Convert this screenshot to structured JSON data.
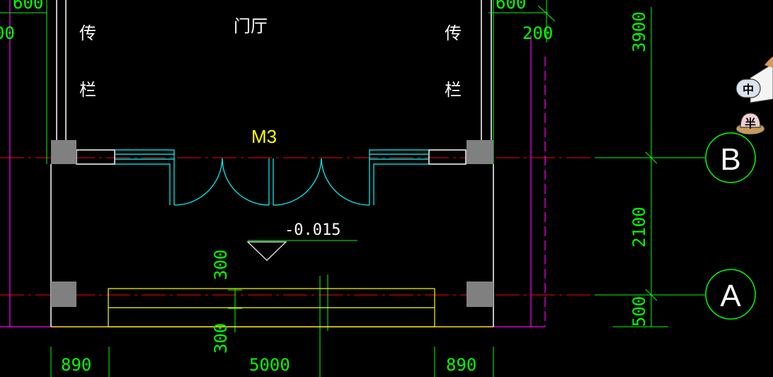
{
  "drawing": {
    "room_label": "门厅",
    "left_bay_label": [
      "传",
      "栏"
    ],
    "right_bay_label": [
      "传",
      "栏"
    ],
    "door_tag": "M3",
    "elevation": "-0.015",
    "grid_axes": [
      "B",
      "A"
    ],
    "dims_top_left": [
      "600",
      "00"
    ],
    "dims_top_right": [
      "600",
      "200"
    ],
    "dims_right_vertical": [
      "3900",
      "2100",
      "500"
    ],
    "dims_step_vertical": [
      "300",
      "300"
    ],
    "dims_bottom": [
      "890",
      "5000",
      "890"
    ]
  },
  "toolbar_badges": [
    "中",
    "半"
  ],
  "colors": {
    "background": "#000000",
    "axis_line": "#ff0000",
    "dimension": "#00ff00",
    "wall": "#ffffff",
    "door": "#00ffff",
    "step": "#ffff00",
    "column": "#808080",
    "hidden_line": "#ff00ff"
  }
}
